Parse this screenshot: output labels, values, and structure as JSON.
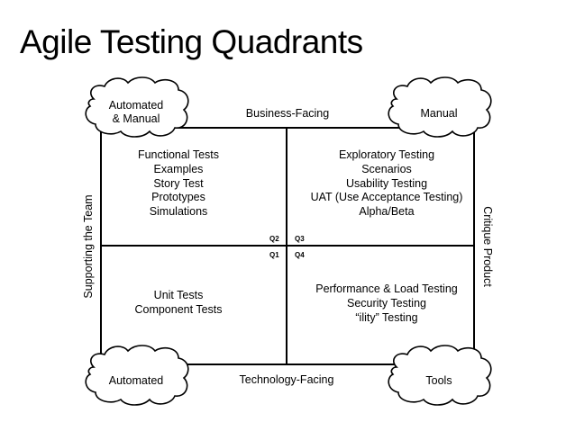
{
  "title": "Agile Testing Quadrants",
  "axes": {
    "top": "Business-Facing",
    "bottom": "Technology-Facing",
    "left": "Supporting the Team",
    "right": "Critique Product"
  },
  "corners": {
    "top_left": [
      "Automated",
      "& Manual"
    ],
    "top_right": "Manual",
    "bottom_left": "Automated",
    "bottom_right": "Tools"
  },
  "quadrants": {
    "q1": {
      "label": "Q1",
      "items": [
        "Unit Tests",
        "Component Tests"
      ]
    },
    "q2": {
      "label": "Q2",
      "items": [
        "Functional Tests",
        "Examples",
        "Story Test",
        "Prototypes",
        "Simulations"
      ]
    },
    "q3": {
      "label": "Q3",
      "items": [
        "Exploratory Testing",
        "Scenarios",
        "Usability Testing",
        "UAT (Use Acceptance Testing)",
        "Alpha/Beta"
      ]
    },
    "q4": {
      "label": "Q4",
      "items": [
        "Performance & Load Testing",
        "Security Testing",
        "“ility” Testing"
      ]
    }
  }
}
